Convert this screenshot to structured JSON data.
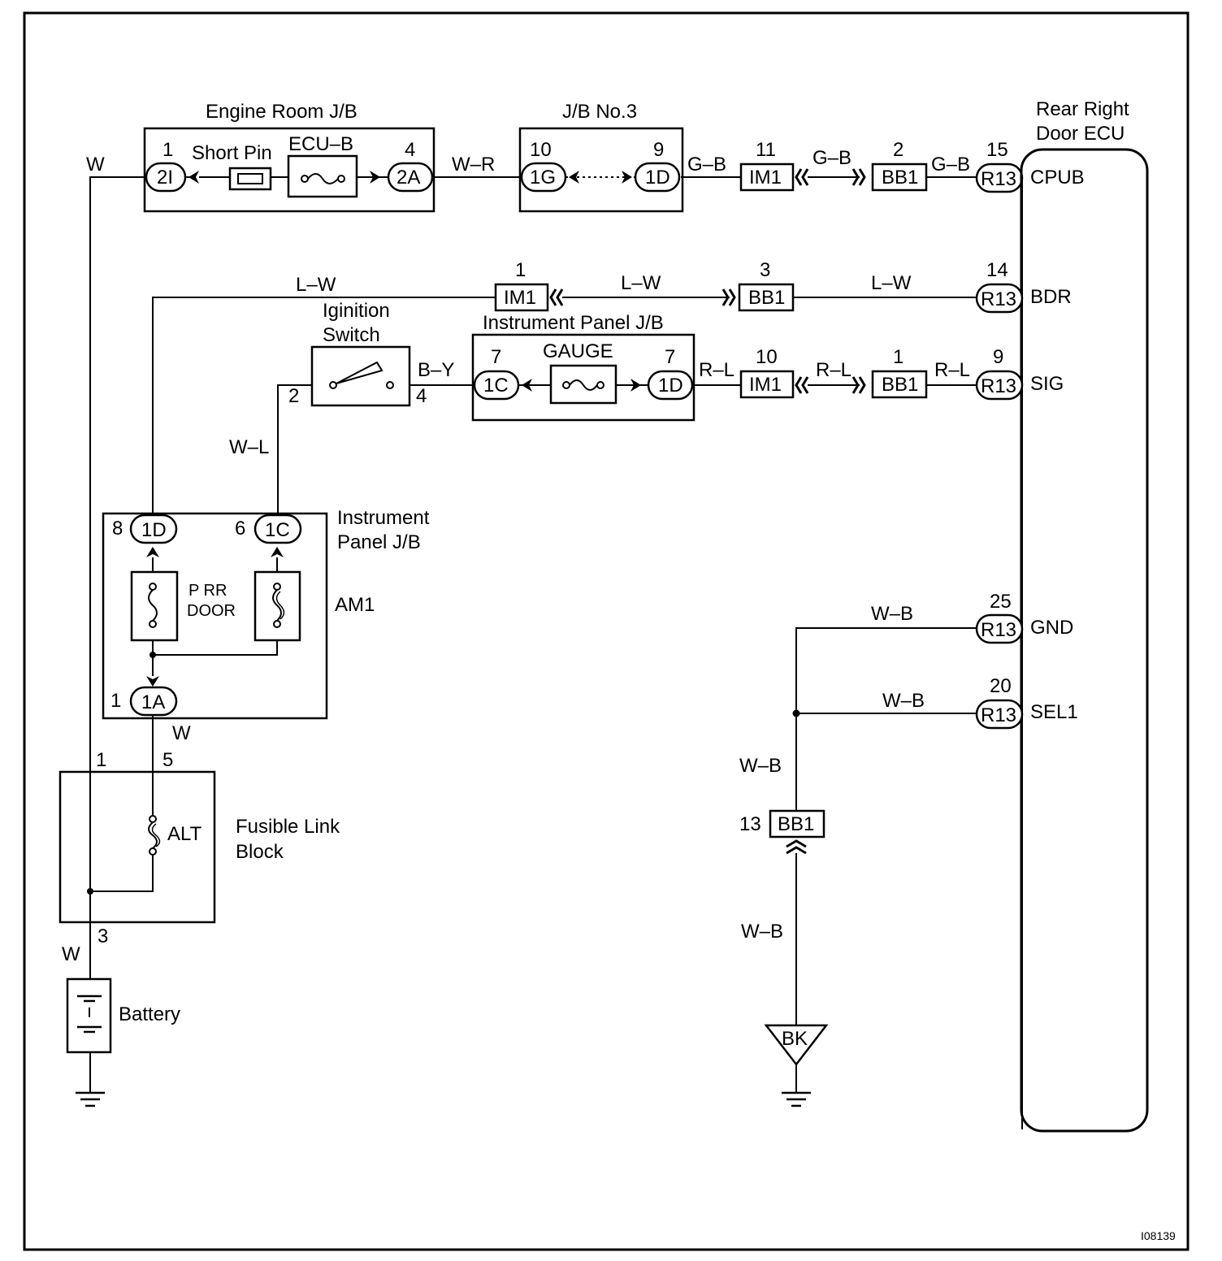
{
  "labels": {
    "engine_room_jb": "Engine Room J/B",
    "short_pin": "Short Pin",
    "ecu_b": "ECU–B",
    "jb_no3": "J/B No.3",
    "rear_right_door_ecu_1": "Rear Right",
    "rear_right_door_ecu_2": "Door ECU",
    "ignition_switch_1": "Iginition",
    "ignition_switch_2": "Switch",
    "instrument_panel_jb_top": "Instrument Panel J/B",
    "gauge": "GAUGE",
    "instrument_panel_jb_left_1": "Instrument",
    "instrument_panel_jb_left_2": "Panel J/B",
    "p_rr": "P RR",
    "door": "DOOR",
    "am1": "AM1",
    "fusible_link_1": "Fusible Link",
    "fusible_link_2": "Block",
    "alt": "ALT",
    "battery": "Battery",
    "bk": "BK",
    "figure_id": "I08139"
  },
  "wires": {
    "w": "W",
    "w_r": "W–R",
    "g_b": "G–B",
    "l_w": "L–W",
    "b_y": "B–Y",
    "r_l": "R–L",
    "w_l": "W–L",
    "w_b": "W–B"
  },
  "connectors": {
    "c2i": "2I",
    "c2a": "2A",
    "c1g": "1G",
    "c1d": "1D",
    "c1c": "1C",
    "c1a": "1A",
    "im1": "IM1",
    "bb1": "BB1",
    "r13": "R13"
  },
  "pins": {
    "p1": "1",
    "p2": "2",
    "p3": "3",
    "p4": "4",
    "p5": "5",
    "p6": "6",
    "p7": "7",
    "p8": "8",
    "p9": "9",
    "p10": "10",
    "p11": "11",
    "p13": "13",
    "p14": "14",
    "p15": "15",
    "p20": "20",
    "p25": "25"
  },
  "ecu_terminals": {
    "cpub": "CPUB",
    "bdr": "BDR",
    "sig": "SIG",
    "gnd": "GND",
    "sel1": "SEL1"
  }
}
